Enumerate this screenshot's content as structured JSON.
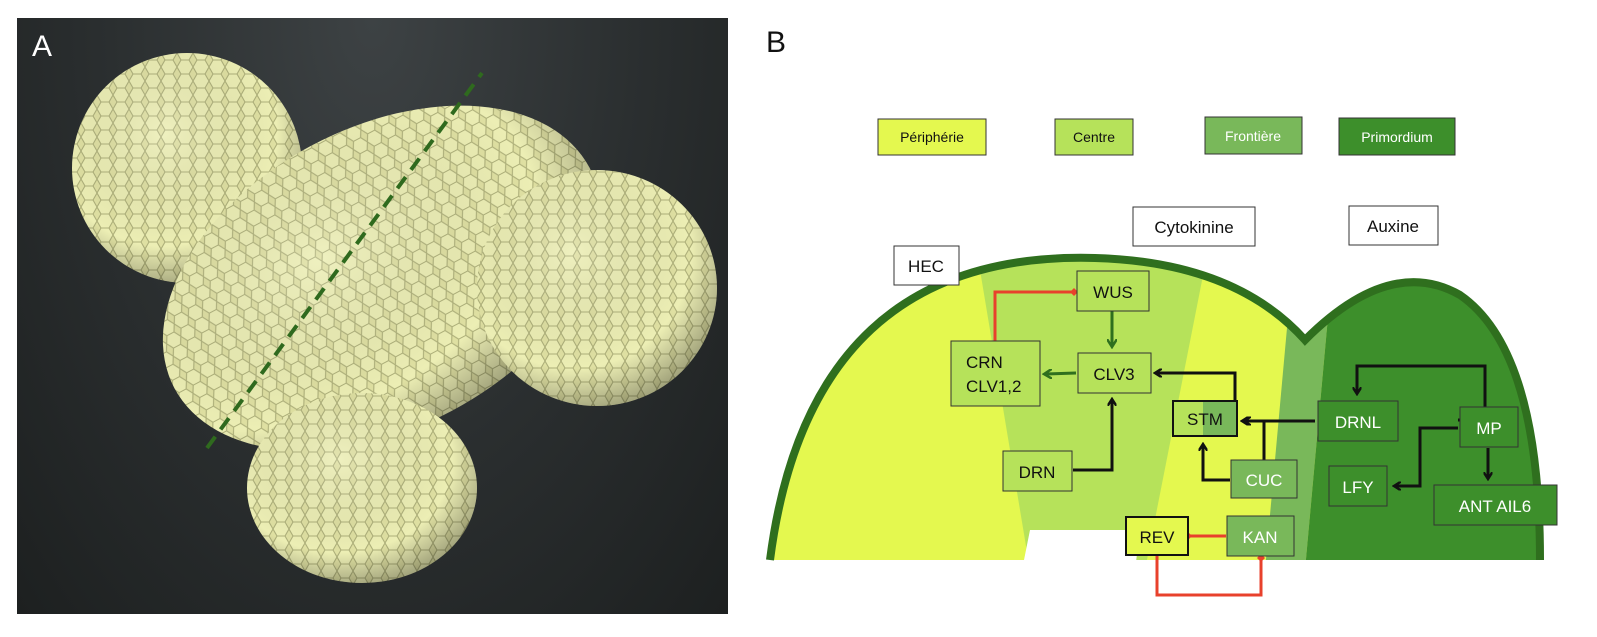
{
  "panels": {
    "a_label": "A",
    "b_label": "B"
  },
  "colors": {
    "peripherie": "#e4f84f",
    "centre": "#b6e25a",
    "frontiere": "#79b85a",
    "primordium": "#3d8f2b",
    "dark_rim": "#2f6f1e",
    "repression": "#e8412c",
    "activation": "#111111",
    "cell": "#e6e7ab"
  },
  "legend": {
    "peripherie": "Périphérie",
    "centre": "Centre",
    "frontiere": "Frontière",
    "primordium": "Primordium"
  },
  "signals": {
    "hec": "HEC",
    "cytokinine": "Cytokinine",
    "auxine": "Auxine"
  },
  "genes": {
    "wus": "WUS",
    "crn_line1": "CRN",
    "crn_line2": "CLV1,2",
    "clv3": "CLV3",
    "drn": "DRN",
    "stm": "STM",
    "cuc": "CUC",
    "rev": "REV",
    "kan": "KAN",
    "drnl": "DRNL",
    "mp": "MP",
    "lfy": "LFY",
    "antail6": "ANT AIL6"
  }
}
